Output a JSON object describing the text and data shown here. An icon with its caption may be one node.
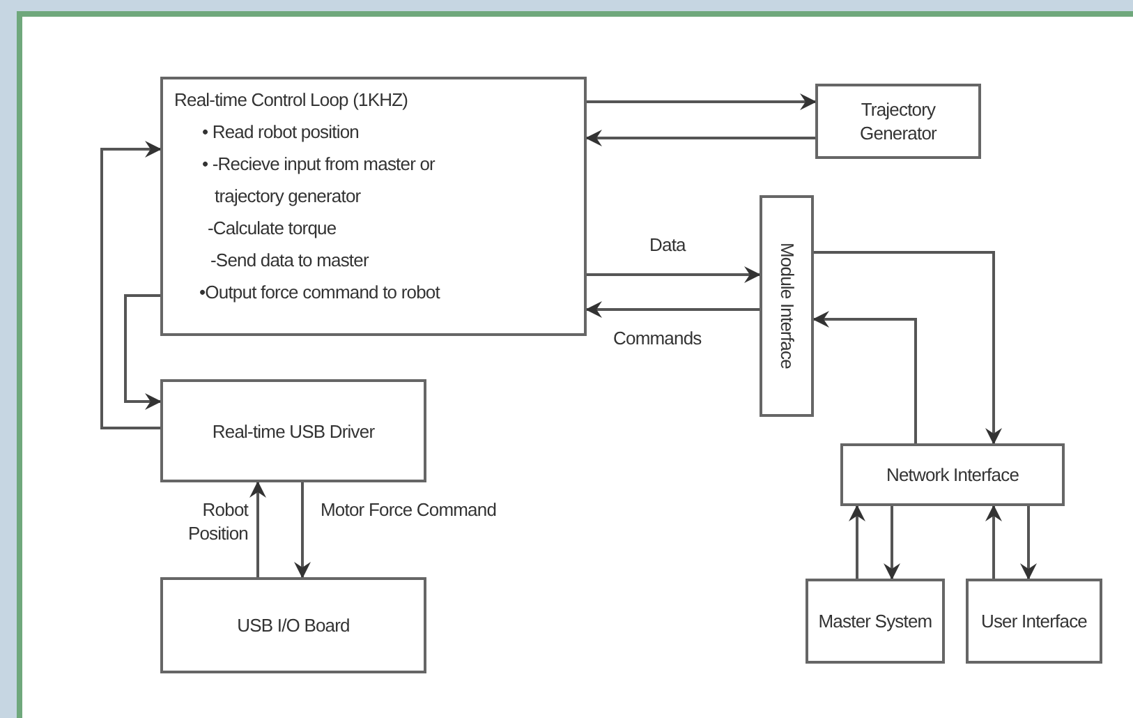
{
  "diagram": {
    "nodes": [
      {
        "text": [
          "Real-time Control Loop (1KHZ)",
          "• Read robot position",
          "• -Recieve input from master or trajectory generator",
          "-Calculate torque",
          "-Send data to master",
          "•Output force command to robot"
        ]
      },
      {
        "text": [
          "Trajectory Generator"
        ]
      },
      {
        "text": [
          "Module Interface"
        ]
      },
      {
        "text": [
          "Real-time USB Driver"
        ]
      },
      {
        "text": [
          "Network Interface"
        ]
      },
      {
        "text": [
          "USB I/O Board"
        ]
      },
      {
        "text": [
          "Master System"
        ]
      },
      {
        "text": [
          "User Interface"
        ]
      }
    ],
    "edges": [
      {
        "from": 0,
        "to": 1,
        "arrow": "to"
      },
      {
        "from": 1,
        "to": 0,
        "arrow": "to"
      },
      {
        "from": 0,
        "to": 2,
        "arrow": "to",
        "label": "Data"
      },
      {
        "from": 2,
        "to": 0,
        "arrow": "to",
        "label": "Commands"
      },
      {
        "from": 2,
        "to": 4,
        "arrow": "to"
      },
      {
        "from": 4,
        "to": 2,
        "arrow": "to"
      },
      {
        "from": 0,
        "to": 3,
        "arrow": "to"
      },
      {
        "from": 3,
        "to": 0,
        "arrow": "to"
      },
      {
        "from": 5,
        "to": 3,
        "arrow": "to",
        "label": "Robot Position"
      },
      {
        "from": 3,
        "to": 5,
        "arrow": "to",
        "label": "Motor Force Command"
      },
      {
        "from": 6,
        "to": 4,
        "arrow": "to"
      },
      {
        "from": 4,
        "to": 6,
        "arrow": "to"
      },
      {
        "from": 7,
        "to": 4,
        "arrow": "to"
      },
      {
        "from": 4,
        "to": 7,
        "arrow": "to"
      }
    ]
  }
}
